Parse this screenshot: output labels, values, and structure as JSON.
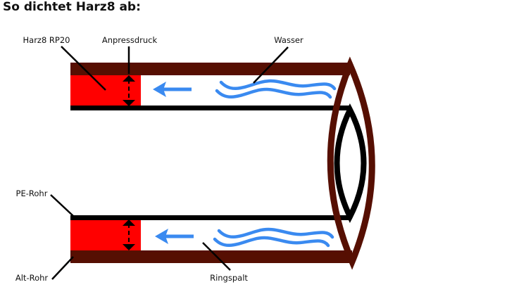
{
  "title": "So dichtet Harz8 ab:",
  "labels": {
    "resin": "Harz8 RP20",
    "pressure": "Anpressdruck",
    "water": "Wasser",
    "pe_pipe": "PE-Rohr",
    "old_pipe": "Alt-Rohr",
    "annular_gap": "Ringspalt"
  },
  "colors": {
    "old_pipe": "#560f02",
    "resin": "#ff0000",
    "pe_pipe": "#000000",
    "water": "#3a8af0",
    "text": "#111111"
  },
  "icons": {
    "flow_arrow": "left-arrow",
    "pressure_marker": "double-headed-vertical-arrow",
    "water_waves": "wave-lines"
  }
}
